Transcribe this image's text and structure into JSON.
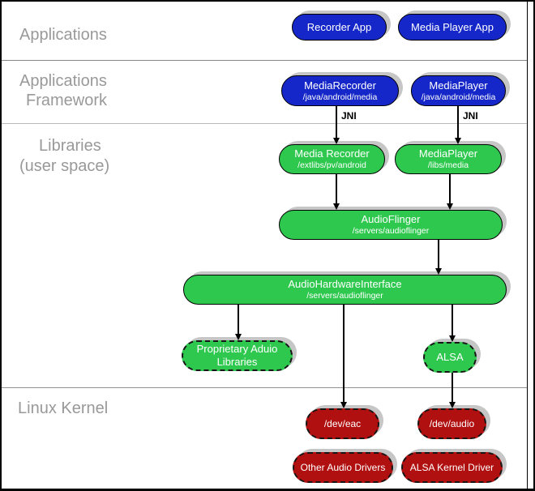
{
  "layers": {
    "applications": "Applications",
    "framework_line1": "Applications",
    "framework_line2": "Framework",
    "libraries_line1": "Libraries",
    "libraries_line2": "(user space)",
    "kernel": "Linux Kernel"
  },
  "nodes": {
    "recorder_app": {
      "title": "Recorder App"
    },
    "media_player_app": {
      "title": "Media Player App"
    },
    "media_recorder_fw": {
      "title": "MediaRecorder",
      "path": "/java/android/media"
    },
    "media_player_fw": {
      "title": "MediaPlayer",
      "path": "/java/android/media"
    },
    "media_recorder_lib": {
      "title": "Media Recorder",
      "path": "/extlibs/pv/android"
    },
    "media_player_lib": {
      "title": "MediaPlayer",
      "path": "/libs/media"
    },
    "audioflinger": {
      "title": "AudioFlinger",
      "path": "/servers/audioflinger"
    },
    "audio_hardware_interface": {
      "title": "AudioHardwareInterface",
      "path": "/servers/audioflinger"
    },
    "proprietary_audio": {
      "line1": "Proprietary Aduio",
      "line2": "Libraries"
    },
    "alsa": {
      "title": "ALSA"
    },
    "dev_eac": {
      "title": "/dev/eac"
    },
    "dev_audio": {
      "title": "/dev/audio"
    },
    "other_audio_drivers": {
      "title": "Other Audio Drivers"
    },
    "alsa_kernel_driver": {
      "title": "ALSA Kernel Driver"
    }
  },
  "edge_labels": {
    "jni": "JNI"
  },
  "colors": {
    "framework_blue": "#1527c8",
    "library_green": "#2fc84f",
    "kernel_red": "#b11010",
    "shadow_gray": "#c6c6c6",
    "layer_label_gray": "#999999"
  }
}
